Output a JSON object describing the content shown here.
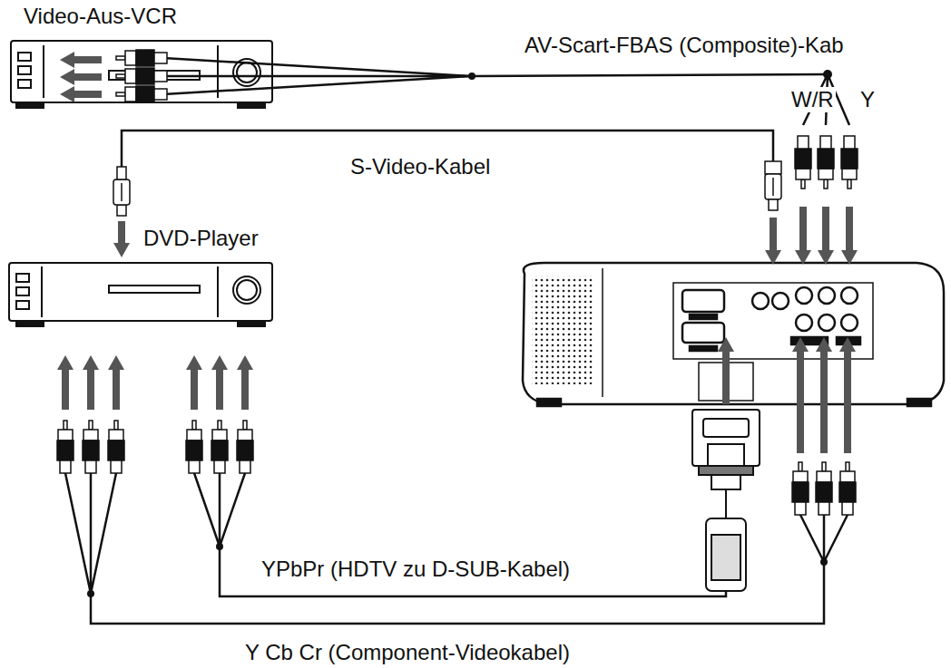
{
  "diagram": {
    "nodes": [
      {
        "text": [
          "Video-Aus-VCR"
        ]
      },
      {
        "text": [
          "DVD-Player"
        ]
      }
    ],
    "labels": [
      "AV-Scart-FBAS (Composite)-Kab",
      "W/R",
      "Y",
      "S-Video-Kabel",
      "YPbPr (HDTV zu D-SUB-Kabel)",
      "Y Cb Cr (Component-Videokabel)"
    ]
  }
}
